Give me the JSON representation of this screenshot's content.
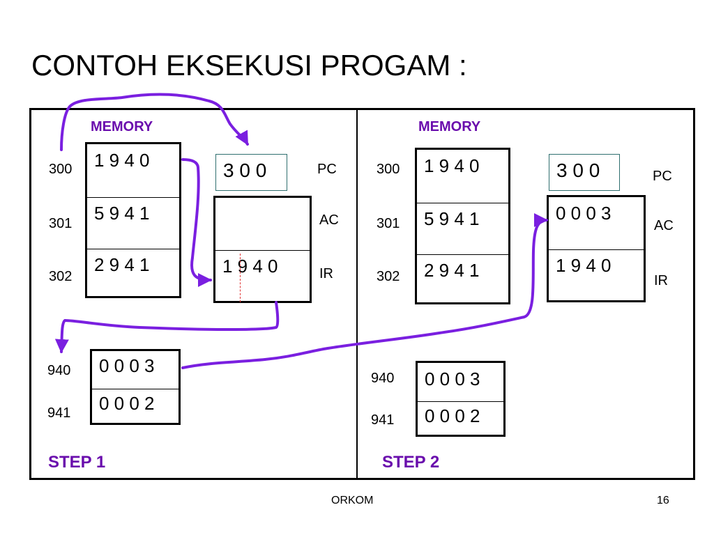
{
  "title": "CONTOH EKSEKUSI PROGAM :",
  "footer": {
    "center": "ORKOM",
    "page": "16"
  },
  "steps": [
    {
      "label": "STEP 1",
      "memory_label": "MEMORY",
      "memory": [
        {
          "address": "300",
          "value": "1 9 4 0"
        },
        {
          "address": "301",
          "value": "5 9 4 1"
        },
        {
          "address": "302",
          "value": "2 9 4 1"
        }
      ],
      "data": [
        {
          "address": "940",
          "value": "0 0 0 3"
        },
        {
          "address": "941",
          "value": "0 0 0 2"
        }
      ],
      "registers": {
        "pc": {
          "label": "PC",
          "value": "3 0 0"
        },
        "ac": {
          "label": "AC",
          "value": ""
        },
        "ir": {
          "label": "IR",
          "value": "1 9 4 0"
        }
      }
    },
    {
      "label": "STEP 2",
      "memory_label": "MEMORY",
      "memory": [
        {
          "address": "300",
          "value": "1 9 4 0"
        },
        {
          "address": "301",
          "value": "5 9 4 1"
        },
        {
          "address": "302",
          "value": "2 9 4 1"
        }
      ],
      "data": [
        {
          "address": "940",
          "value": "0 0 0 3"
        },
        {
          "address": "941",
          "value": "0 0 0 2"
        }
      ],
      "registers": {
        "pc": {
          "label": "PC",
          "value": "3 0 0"
        },
        "ac": {
          "label": "AC",
          "value": "0 0 0 3"
        },
        "ir": {
          "label": "IR",
          "value": "1 9 4 0"
        }
      }
    }
  ],
  "colors": {
    "arrow": "#7a1fe0",
    "label_accent": "#6a0dad",
    "ir_split": "#e03030"
  }
}
